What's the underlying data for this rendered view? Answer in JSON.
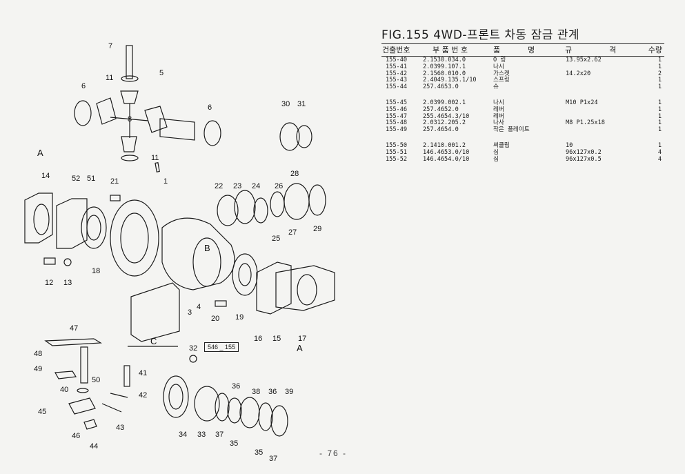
{
  "figure": {
    "title": "FIG.155 4WD-프론트 차동 잠금 관계",
    "page_number": "- 76 -",
    "ref_code": "546 _ 155",
    "callouts": [
      "7",
      "11",
      "5",
      "6",
      "8",
      "6",
      "11",
      "30",
      "31",
      "A",
      "14",
      "52",
      "51",
      "21",
      "1",
      "22",
      "23",
      "24",
      "26",
      "28",
      "25",
      "27",
      "29",
      "B",
      "12",
      "13",
      "18",
      "3",
      "4",
      "20",
      "19",
      "16",
      "15",
      "17",
      "A",
      "C",
      "47",
      "48",
      "49",
      "50",
      "40",
      "45",
      "46",
      "44",
      "43",
      "32",
      "41",
      "42",
      "34",
      "33",
      "37",
      "35",
      "36",
      "38",
      "36",
      "39",
      "35",
      "37"
    ]
  },
  "table": {
    "headers": {
      "index": "건출번호",
      "part_no": "부 품 번 호",
      "name_a": "품",
      "name_b": "명",
      "spec_a": "규",
      "spec_b": "격",
      "qty": "수량"
    },
    "rows": [
      {
        "index": "155-40",
        "part_no": "2.1530.034.0",
        "name": "O 링",
        "spec": "13.95x2.62",
        "qty": "1"
      },
      {
        "index": "155-41",
        "part_no": "2.0399.107.1",
        "name": "나시",
        "spec": "",
        "qty": "1"
      },
      {
        "index": "155-42",
        "part_no": "2.1560.010.0",
        "name": "가스켓",
        "spec": "14.2x20",
        "qty": "2"
      },
      {
        "index": "155-43",
        "part_no": "2.4049.135.1/10",
        "name": "스프링",
        "spec": "",
        "qty": "1"
      },
      {
        "index": "155-44",
        "part_no": "257.4653.0",
        "name": "슈",
        "spec": "",
        "qty": "1"
      },
      {
        "index": "155-45",
        "part_no": "2.0399.002.1",
        "name": "나시",
        "spec": "M10 P1x24",
        "qty": "1"
      },
      {
        "index": "155-46",
        "part_no": "257.4652.0",
        "name": "레버",
        "spec": "",
        "qty": "1"
      },
      {
        "index": "155-47",
        "part_no": "255.4654.3/10",
        "name": "레버",
        "spec": "",
        "qty": "1"
      },
      {
        "index": "155-48",
        "part_no": "2.0312.205.2",
        "name": "나사",
        "spec": "M8 P1.25x18",
        "qty": "1"
      },
      {
        "index": "155-49",
        "part_no": "257.4654.0",
        "name": "작은 플레이트",
        "spec": "",
        "qty": "1"
      },
      {
        "index": "155-50",
        "part_no": "2.1410.001.2",
        "name": "써클립",
        "spec": "10",
        "qty": "1"
      },
      {
        "index": "155-51",
        "part_no": "146.4653.0/10",
        "name": "심",
        "spec": "96x127x0.2",
        "qty": "4"
      },
      {
        "index": "155-52",
        "part_no": "146.4654.0/10",
        "name": "심",
        "spec": "96x127x0.5",
        "qty": "4"
      }
    ]
  }
}
